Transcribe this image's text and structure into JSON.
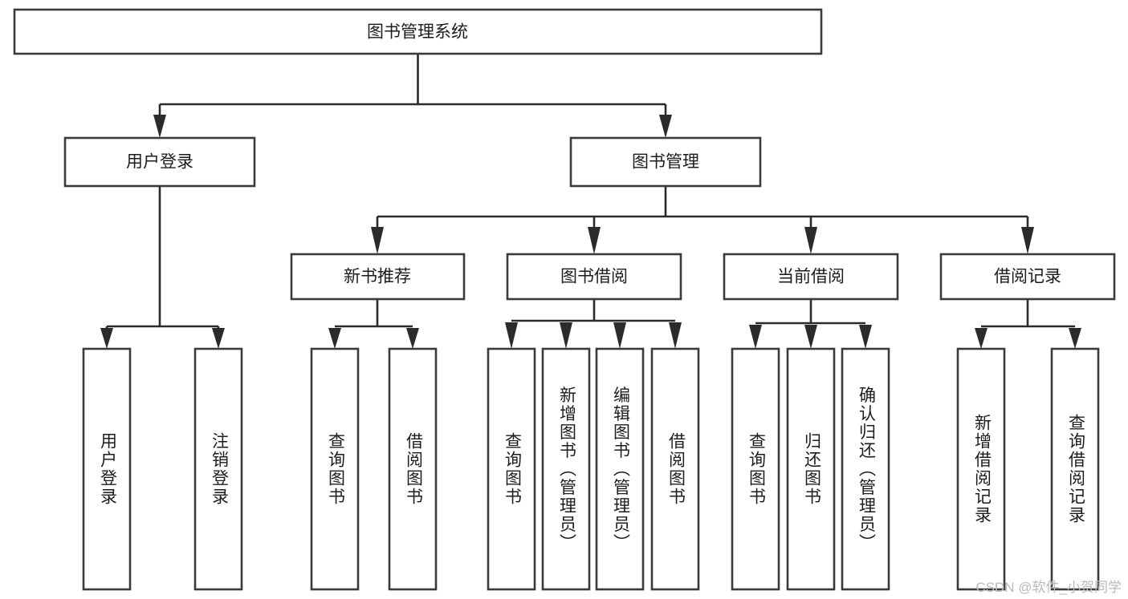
{
  "diagram": {
    "title": "图书管理系统",
    "type": "tree-hierarchy-chart",
    "watermark": "CSDN @软件_小贺同学",
    "colors": {
      "box_stroke": "#3a3a3a",
      "connector": "#2b2b2b",
      "box_fill": "#ffffff",
      "text": "#1c1c1c",
      "watermark": "#b9b9b9",
      "background": "#ffffff"
    },
    "root": {
      "id": "root",
      "label": "图书管理系统",
      "orientation": "horizontal"
    },
    "level1": [
      {
        "id": "l1-0",
        "label": "用户登录",
        "orientation": "horizontal"
      },
      {
        "id": "l1-1",
        "label": "图书管理",
        "orientation": "horizontal"
      }
    ],
    "level2": [
      {
        "id": "l2-0",
        "label": "新书推荐",
        "parent": "l1-1",
        "orientation": "horizontal"
      },
      {
        "id": "l2-1",
        "label": "图书借阅",
        "parent": "l1-1",
        "orientation": "horizontal"
      },
      {
        "id": "l2-2",
        "label": "当前借阅",
        "parent": "l1-1",
        "orientation": "horizontal"
      },
      {
        "id": "l2-3",
        "label": "借阅记录",
        "parent": "l1-1",
        "orientation": "horizontal"
      }
    ],
    "leaves": [
      {
        "id": "leaf-0",
        "label": "用户登录",
        "parent": "l1-0",
        "orientation": "vertical"
      },
      {
        "id": "leaf-1",
        "label": "注销登录",
        "parent": "l1-0",
        "orientation": "vertical"
      },
      {
        "id": "leaf-2",
        "label": "查询图书",
        "parent": "l2-0",
        "orientation": "vertical"
      },
      {
        "id": "leaf-3",
        "label": "借阅图书",
        "parent": "l2-0",
        "orientation": "vertical"
      },
      {
        "id": "leaf-4",
        "label": "查询图书",
        "parent": "l2-1",
        "orientation": "vertical"
      },
      {
        "id": "leaf-5",
        "label": "新增图书（管理员）",
        "parent": "l2-1",
        "orientation": "vertical"
      },
      {
        "id": "leaf-6",
        "label": "编辑图书（管理员）",
        "parent": "l2-1",
        "orientation": "vertical"
      },
      {
        "id": "leaf-7",
        "label": "借阅图书",
        "parent": "l2-1",
        "orientation": "vertical"
      },
      {
        "id": "leaf-8",
        "label": "查询图书",
        "parent": "l2-2",
        "orientation": "vertical"
      },
      {
        "id": "leaf-9",
        "label": "归还图书",
        "parent": "l2-2",
        "orientation": "vertical"
      },
      {
        "id": "leaf-10",
        "label": "确认归还（管理员）",
        "parent": "l2-2",
        "orientation": "vertical"
      },
      {
        "id": "leaf-11",
        "label": "新增借阅记录",
        "parent": "l2-3",
        "orientation": "vertical"
      },
      {
        "id": "leaf-12",
        "label": "查询借阅记录",
        "parent": "l2-3",
        "orientation": "vertical"
      }
    ]
  }
}
